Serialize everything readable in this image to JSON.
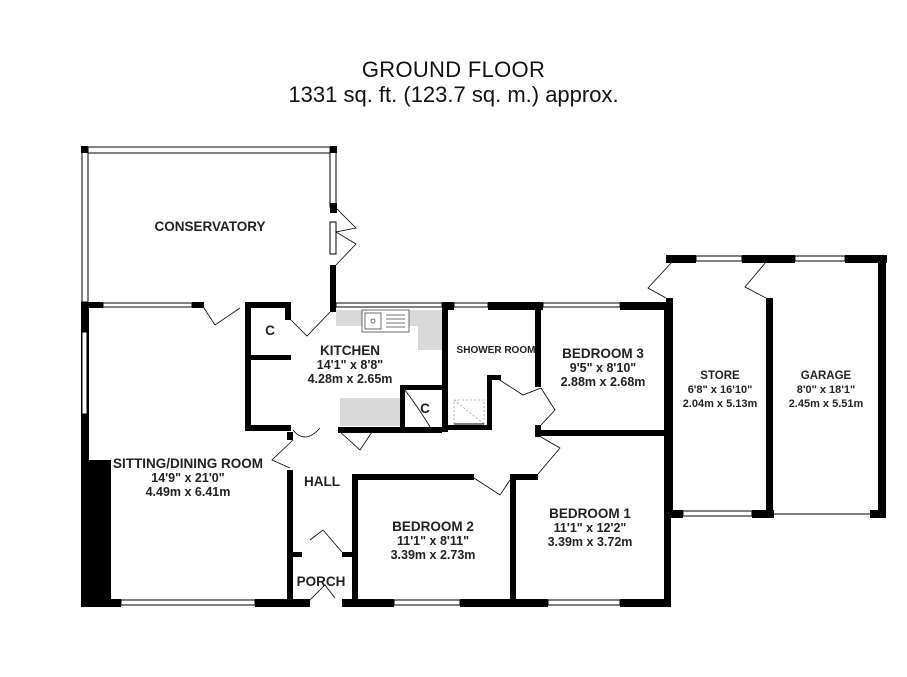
{
  "header": {
    "title": "GROUND FLOOR",
    "area": "1331 sq. ft. (123.7 sq. m.) approx."
  },
  "colors": {
    "wall": "#000000",
    "window": "#ffffff",
    "fitted": "#d9d9d9",
    "text": "#222222"
  },
  "rooms": [
    {
      "id": "conservatory",
      "name": "CONSERVATORY",
      "imperial": "",
      "metric": ""
    },
    {
      "id": "kitchen",
      "name": "KITCHEN",
      "imperial": "14'1\"  x 8'8\"",
      "metric": "4.28m  x 2.65m"
    },
    {
      "id": "shower-room",
      "name": "SHOWER ROOM",
      "imperial": "",
      "metric": ""
    },
    {
      "id": "bedroom-3",
      "name": "BEDROOM 3",
      "imperial": "9'5\"  x 8'10\"",
      "metric": "2.88m  x 2.68m"
    },
    {
      "id": "store",
      "name": "STORE",
      "imperial": "6'8\"  x 16'10\"",
      "metric": "2.04m  x 5.13m"
    },
    {
      "id": "garage",
      "name": "GARAGE",
      "imperial": "8'0\"  x 18'1\"",
      "metric": "2.45m  x 5.51m"
    },
    {
      "id": "sitting-dining-room",
      "name": "SITTING/DINING ROOM",
      "imperial": "14'9\"  x 21'0\"",
      "metric": "4.49m  x 6.41m"
    },
    {
      "id": "hall",
      "name": "HALL",
      "imperial": "",
      "metric": ""
    },
    {
      "id": "porch",
      "name": "PORCH",
      "imperial": "",
      "metric": ""
    },
    {
      "id": "bedroom-2",
      "name": "BEDROOM 2",
      "imperial": "11'1\"  x 8'11\"",
      "metric": "3.39m  x 2.73m"
    },
    {
      "id": "bedroom-1",
      "name": "BEDROOM 1",
      "imperial": "11'1\"  x 12'2\"",
      "metric": "3.39m  x 3.72m"
    }
  ],
  "cupboards": [
    {
      "id": "cupboard-1",
      "label": "C"
    },
    {
      "id": "cupboard-2",
      "label": "C"
    }
  ]
}
